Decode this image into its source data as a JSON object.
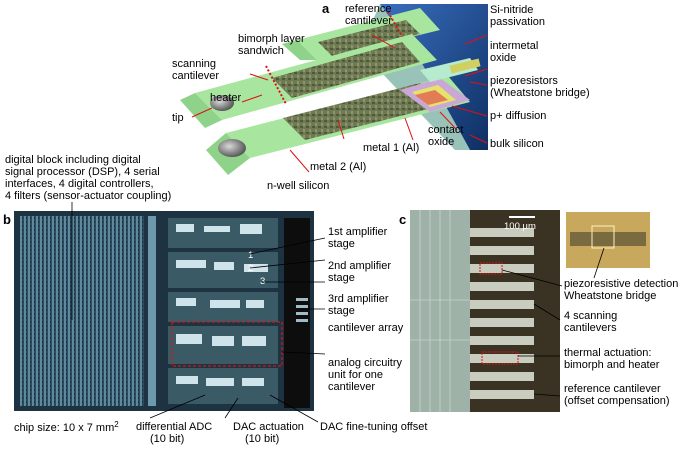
{
  "panel_a": {
    "letter": "a",
    "labels": {
      "reference_cantilever": [
        "reference",
        "cantilever"
      ],
      "bimorph": [
        "bimorph layer",
        "sandwich"
      ],
      "scanning_cantilever": [
        "scanning",
        "cantilever"
      ],
      "heater": "heater",
      "tip": "tip",
      "metal1": "metal 1 (Al)",
      "metal2": "metal 2 (Al)",
      "nwell": "n-well silicon",
      "si_nitride": [
        "Si-nitride",
        "passivation"
      ],
      "intermetal": [
        "intermetal",
        "oxide"
      ],
      "piezoresistors": [
        "piezoresistors",
        "(Wheatstone bridge)"
      ],
      "pdiff": "p+ diffusion",
      "contact_oxide": [
        "contact",
        "oxide"
      ],
      "bulk": "bulk silicon"
    }
  },
  "panel_b": {
    "letter": "b",
    "digital_block": [
      "digital block including digital",
      "signal processor (DSP), 4 serial",
      "interfaces, 4 digital controllers,",
      "4 filters (sensor-actuator coupling)"
    ],
    "stage1": [
      "1st amplifier",
      "stage"
    ],
    "stage2": [
      "2nd amplifier",
      "stage"
    ],
    "stage3": [
      "3rd amplifier",
      "stage"
    ],
    "cantilever_array": "cantilever array",
    "analog_unit": [
      "analog circuitry",
      "unit for one",
      "cantilever"
    ],
    "chip_size_prefix": "chip size: 10 x 7 mm",
    "chip_size_sup": "2",
    "diff_adc": [
      "differential ADC",
      "(10 bit)"
    ],
    "dac_act": [
      "DAC actuation",
      "(10 bit)"
    ],
    "dac_fine": "DAC fine-tuning offset"
  },
  "panel_c": {
    "letter": "c",
    "scale_bar": "100 µm",
    "piezo": [
      "piezoresistive detection",
      "Wheatstone  bridge"
    ],
    "scanning": [
      "4 scanning",
      "cantilevers"
    ],
    "thermal": [
      "thermal actuation:",
      "bimorph and heater"
    ],
    "reference": [
      "reference cantilever",
      "(offset compensation)"
    ]
  }
}
